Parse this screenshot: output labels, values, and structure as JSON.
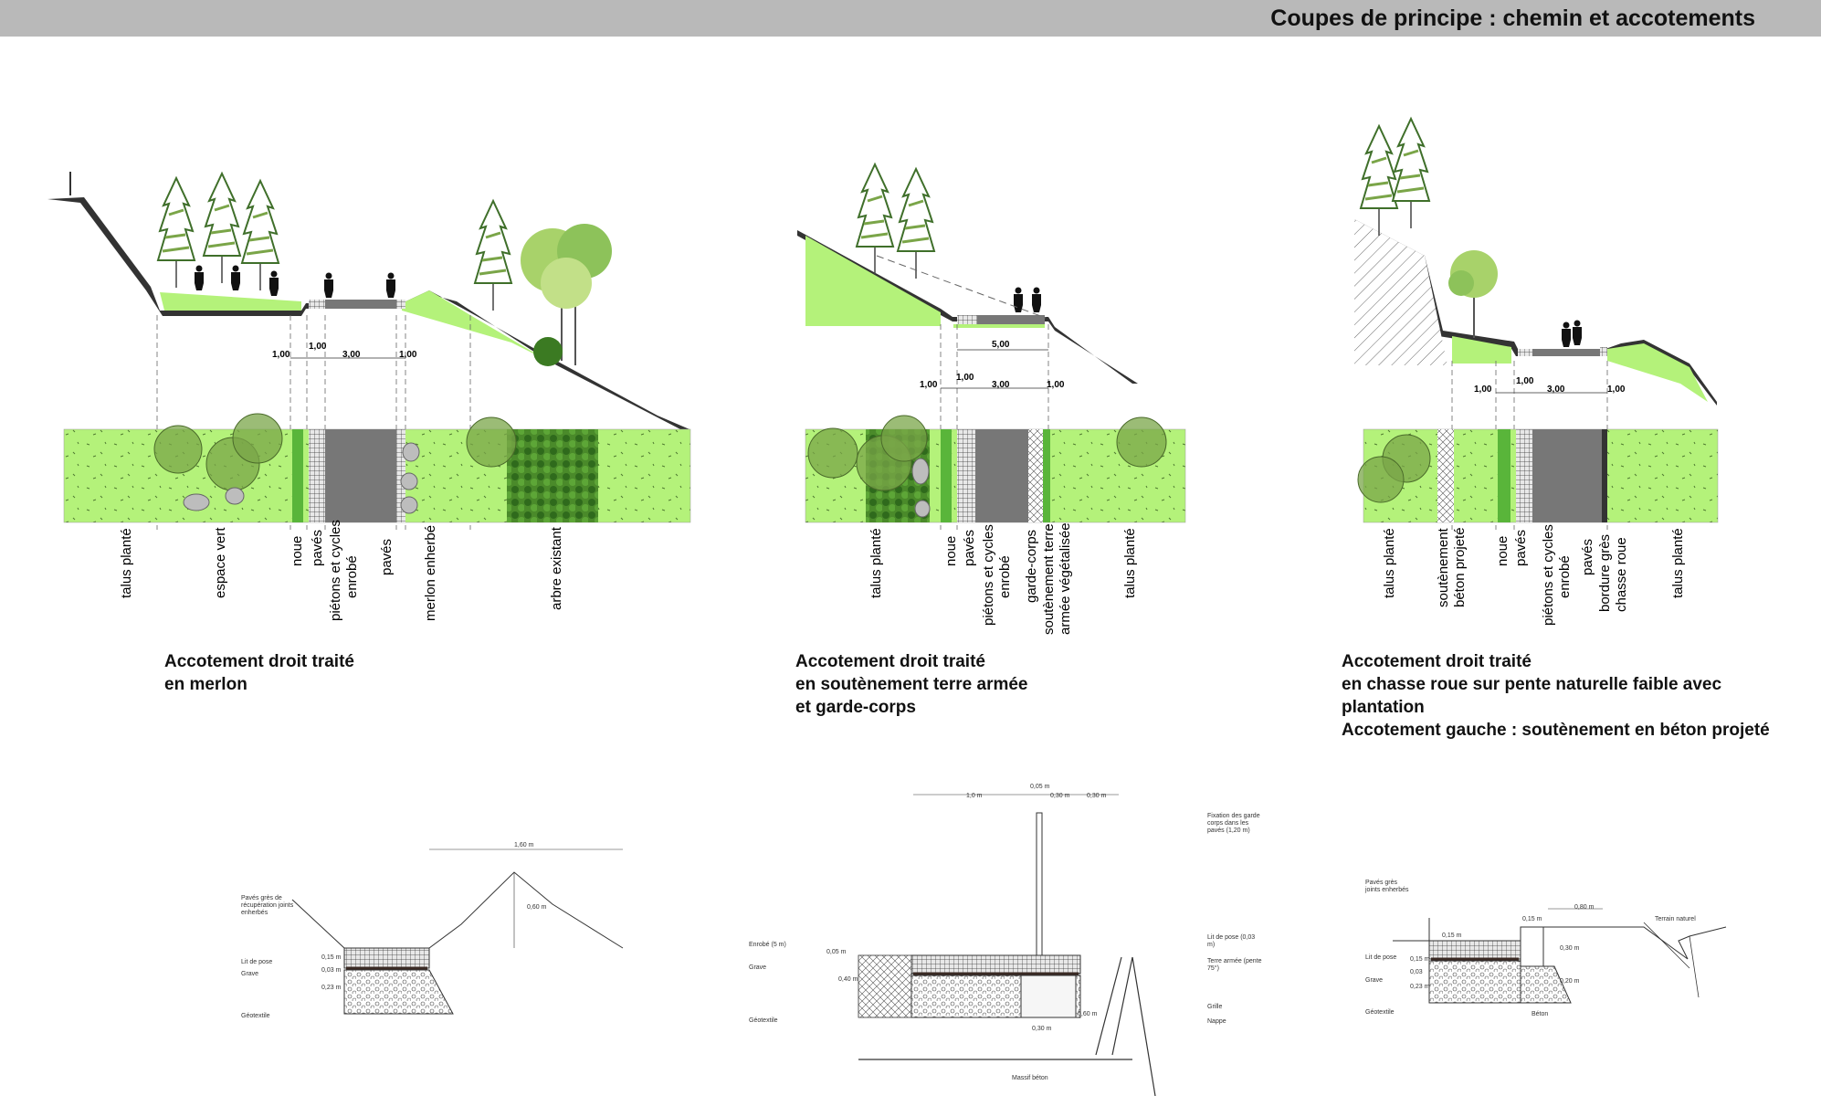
{
  "header": {
    "title": "Coupes de principe : chemin et accotements"
  },
  "sections": [
    {
      "caption_lines": [
        "Accotement droit traité",
        "en merlon"
      ],
      "labels": [
        "talus planté",
        "espace vert",
        "noue",
        "pavés",
        "piétons et cycles",
        "enrobé",
        "pavés",
        "merlon enherbé",
        "arbre existant"
      ],
      "dims": [
        "1,00",
        "1,00",
        "3,00",
        "1,00"
      ]
    },
    {
      "caption_lines": [
        "Accotement droit traité",
        "en soutènement terre armée",
        "et garde-corps"
      ],
      "labels": [
        "talus planté",
        "noue",
        "pavés",
        "piétons et cycles",
        "enrobé",
        "garde-corps",
        "soutènement terre",
        "armée végétalisée",
        "talus planté"
      ],
      "dims": [
        "5,00",
        "1,00",
        "1,00",
        "3,00",
        "1,00"
      ]
    },
    {
      "caption_lines": [
        "Accotement droit traité",
        "en chasse roue sur pente naturelle faible avec",
        "plantation",
        "Accotement gauche : soutènement en béton projeté"
      ],
      "labels": [
        "talus planté",
        "soutènement",
        "béton projeté",
        "noue",
        "pavés",
        "piétons et cycles",
        "enrobé",
        "pavés",
        "bordure grès",
        "chasse roue",
        "talus planté"
      ],
      "dims": [
        "1,00",
        "1,00",
        "3,00",
        "1,00"
      ]
    }
  ],
  "details": [
    {
      "top_dim": "1,60 m",
      "height_dim": "0,60 m",
      "notes": [
        "Pavés grès de",
        "récupération joints",
        "enherbés",
        "Lit de pose",
        "Grave",
        "Géotextile"
      ],
      "dims": [
        "0,15 m",
        "0,03 m",
        "0,23 m"
      ]
    },
    {
      "top_dims": [
        "0,05 m",
        "1,0 m",
        "0,30 m",
        "0,30 m"
      ],
      "notes": [
        "Fixation des garde",
        "corps dans les",
        "pavés (1,20 m)",
        "Enrobé (5 m)",
        "Grave",
        "Géotextile",
        "Lit de pose (0,03",
        "m)",
        "Terre armée (pente",
        "75°)",
        "Grille",
        "Nappe",
        "Massif béton"
      ],
      "dims": [
        "0,05 m",
        "0,40 m",
        "0,60 m",
        "0,30 m"
      ]
    },
    {
      "notes": [
        "Pavés grès",
        "joints enherbés",
        "Lit de pose",
        "Grave",
        "Géotextile",
        "Béton",
        "Terrain naturel"
      ],
      "dims": [
        "0,15 m",
        "0,15 m",
        "0,80 m",
        "0,15 m",
        "0,03",
        "0,23 m",
        "0,30 m",
        "0,20 m"
      ]
    }
  ],
  "colors": {
    "grass": "#b4f27a",
    "asphalt": "#777777",
    "tree": "#7aa548",
    "bar": "#b9b9b9"
  }
}
